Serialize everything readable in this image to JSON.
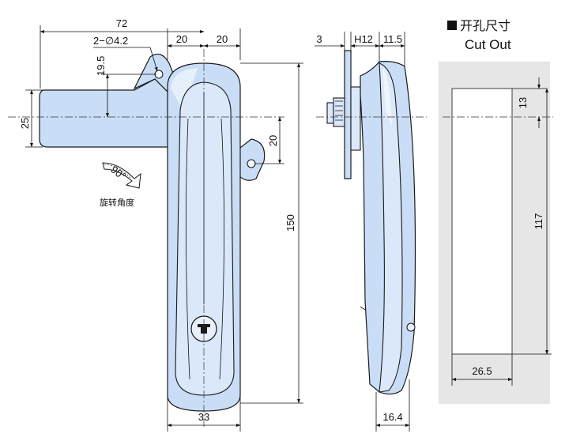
{
  "colors": {
    "part_fill": "#c9ddf6",
    "panel_fill": "#e6e6e6",
    "line": "#111111"
  },
  "front_view": {
    "dim_overall_width": "72",
    "dim_holes": "2−∅4.2",
    "dim_top_left": "20",
    "dim_top_right": "20",
    "dim_hole_offset": "19.5",
    "dim_arm_height": "25",
    "dim_tab_offset": "20",
    "dim_height": "150",
    "dim_bottom_width": "33",
    "rotation_angle": "90°",
    "rotation_label": "旋转角度"
  },
  "side_view": {
    "dim_plate": "3",
    "dim_h": "H12",
    "dim_depth": "11.5",
    "dim_bottom_depth": "16.4"
  },
  "cutout": {
    "title_cn": "开孔尺寸",
    "title_en": "Cut Out",
    "dim_top": "13",
    "dim_height": "117",
    "dim_width": "26.5"
  }
}
